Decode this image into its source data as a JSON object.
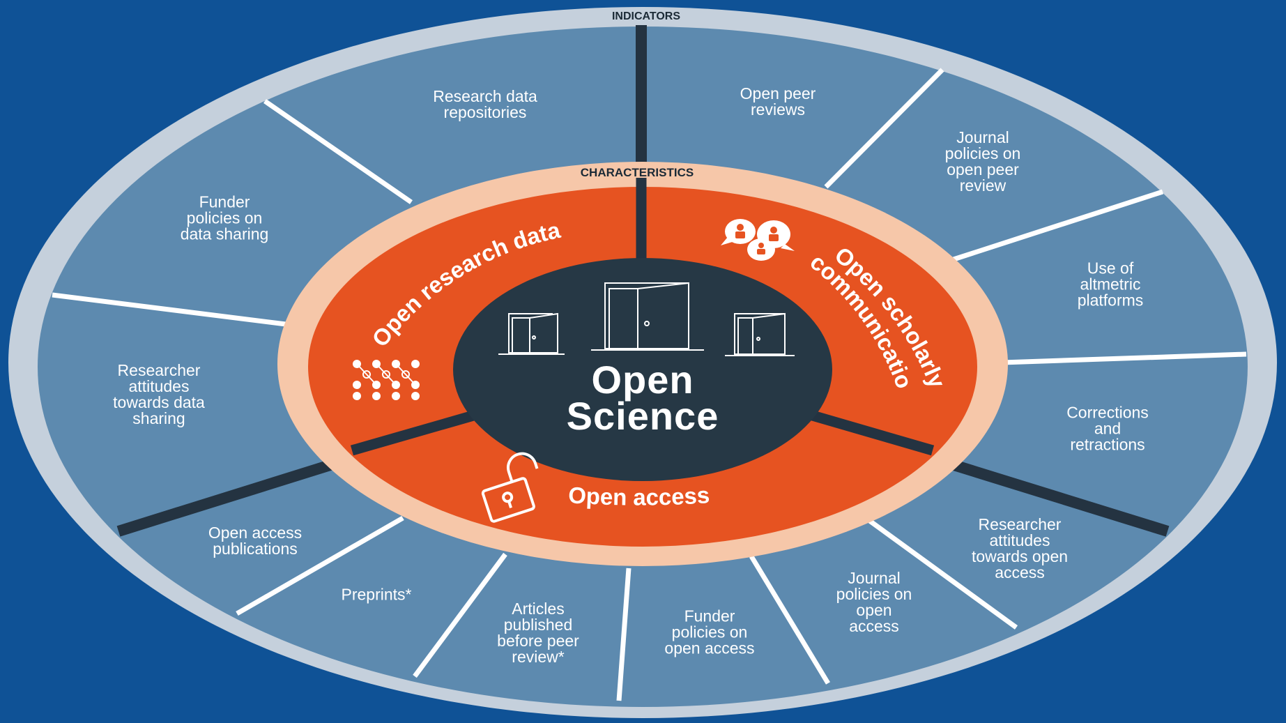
{
  "outer_ring": {
    "label": "INDICATORS"
  },
  "inner_ring": {
    "label": "CHARACTERISTICS"
  },
  "center": {
    "title_line1": "Open",
    "title_line2": "Science"
  },
  "characteristics": [
    {
      "id": "open-research-data",
      "label": "Open research data"
    },
    {
      "id": "open-scholarly-communication",
      "label_line1": "Open scholarly",
      "label_line2": "communication"
    },
    {
      "id": "open-access",
      "label": "Open access"
    }
  ],
  "indicators": {
    "open_peer_reviews": "Open peer\nreviews",
    "journal_policies_peer_review": "Journal\npolicies on\nopen peer\nreview",
    "altmetric": "Use of\naltmetric\nplatforms",
    "corrections": "Corrections\nand\nretractions",
    "attitudes_open_access": "Researcher\nattitudes\ntowards open\naccess",
    "journal_policies_open_access": "Journal\npolicies on\nopen\naccess",
    "funder_policies_open_access": "Funder\npolicies on\nopen access",
    "articles_before_review": "Articles\npublished\nbefore peer\nreview*",
    "preprints": "Preprints*",
    "open_access_publications": "Open access\npublications",
    "attitudes_data_sharing": "Researcher\nattitudes\ntowards data\nsharing",
    "funder_policies_data_sharing": "Funder\npolicies on\ndata sharing",
    "research_data_repositories": "Research data\nrepositories"
  },
  "colors": {
    "background": "#0f5296",
    "outer_rim": "#c5d0dc",
    "indicator_ring": "#5d8aaf",
    "group_divider": "#243341",
    "characteristic_rim": "#f6c7a9",
    "characteristic_fill": "#e65321",
    "center_fill": "#263845"
  }
}
